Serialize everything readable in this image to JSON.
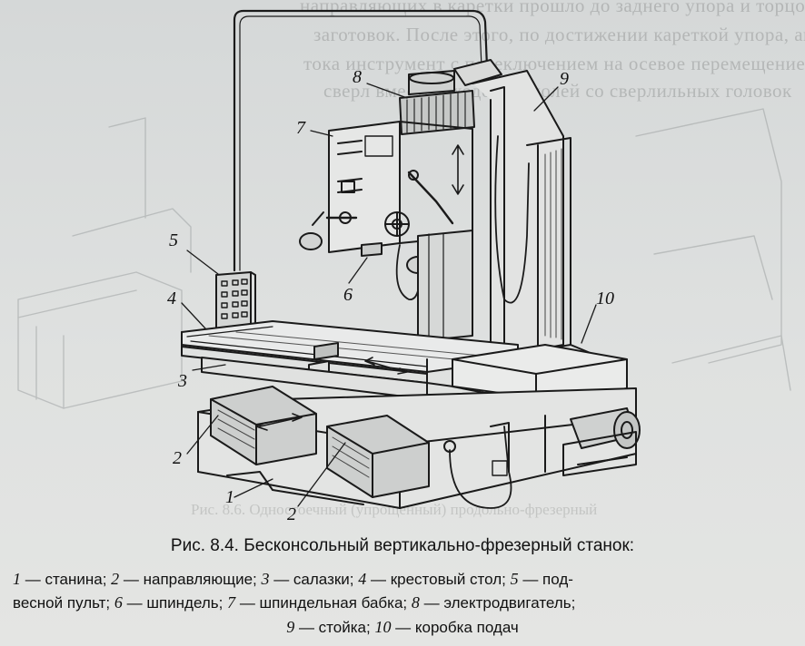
{
  "background_text": {
    "line1": "направляющих в каретки прошло до заднего упора и торцов",
    "line2": "заготовок. После этого, по достижении кареткой упора, авто-",
    "line3": "тока инструмент с переключением на осевое перемещение",
    "line4": "сверл вместе с ходом пинолей со сверлильных головок",
    "bottom": "Рис. 8.6. Одностоечный (упрощенный) продольно-фрезерный"
  },
  "labels": {
    "l1": "1",
    "l2a": "2",
    "l2b": "2",
    "l3": "3",
    "l4": "4",
    "l5": "5",
    "l6": "6",
    "l7": "7",
    "l8": "8",
    "l9": "9",
    "l10": "10"
  },
  "caption": {
    "title": "Рис. 8.4. Бесконсольный вертикально-фрезерный станок:",
    "legend": [
      {
        "num": "1",
        "text": " — станина; "
      },
      {
        "num": "2",
        "text": " — направляющие; "
      },
      {
        "num": "3",
        "text": " — салазки; "
      },
      {
        "num": "4",
        "text": " — крестовый стол; "
      },
      {
        "num": "5",
        "text": " — под-"
      },
      {
        "num": "",
        "text": "весной пульт; "
      },
      {
        "num": "6",
        "text": " — шпиндель; "
      },
      {
        "num": "7",
        "text": " — шпиндельная бабка; "
      },
      {
        "num": "8",
        "text": " — электродвигатель;"
      },
      {
        "num": "9",
        "text": " — стойка; "
      },
      {
        "num": "10",
        "text": " — коробка подач"
      }
    ]
  },
  "colors": {
    "ink": "#1a1a1a",
    "paper": "#dcdedd",
    "shade": "#9a9c9b"
  }
}
